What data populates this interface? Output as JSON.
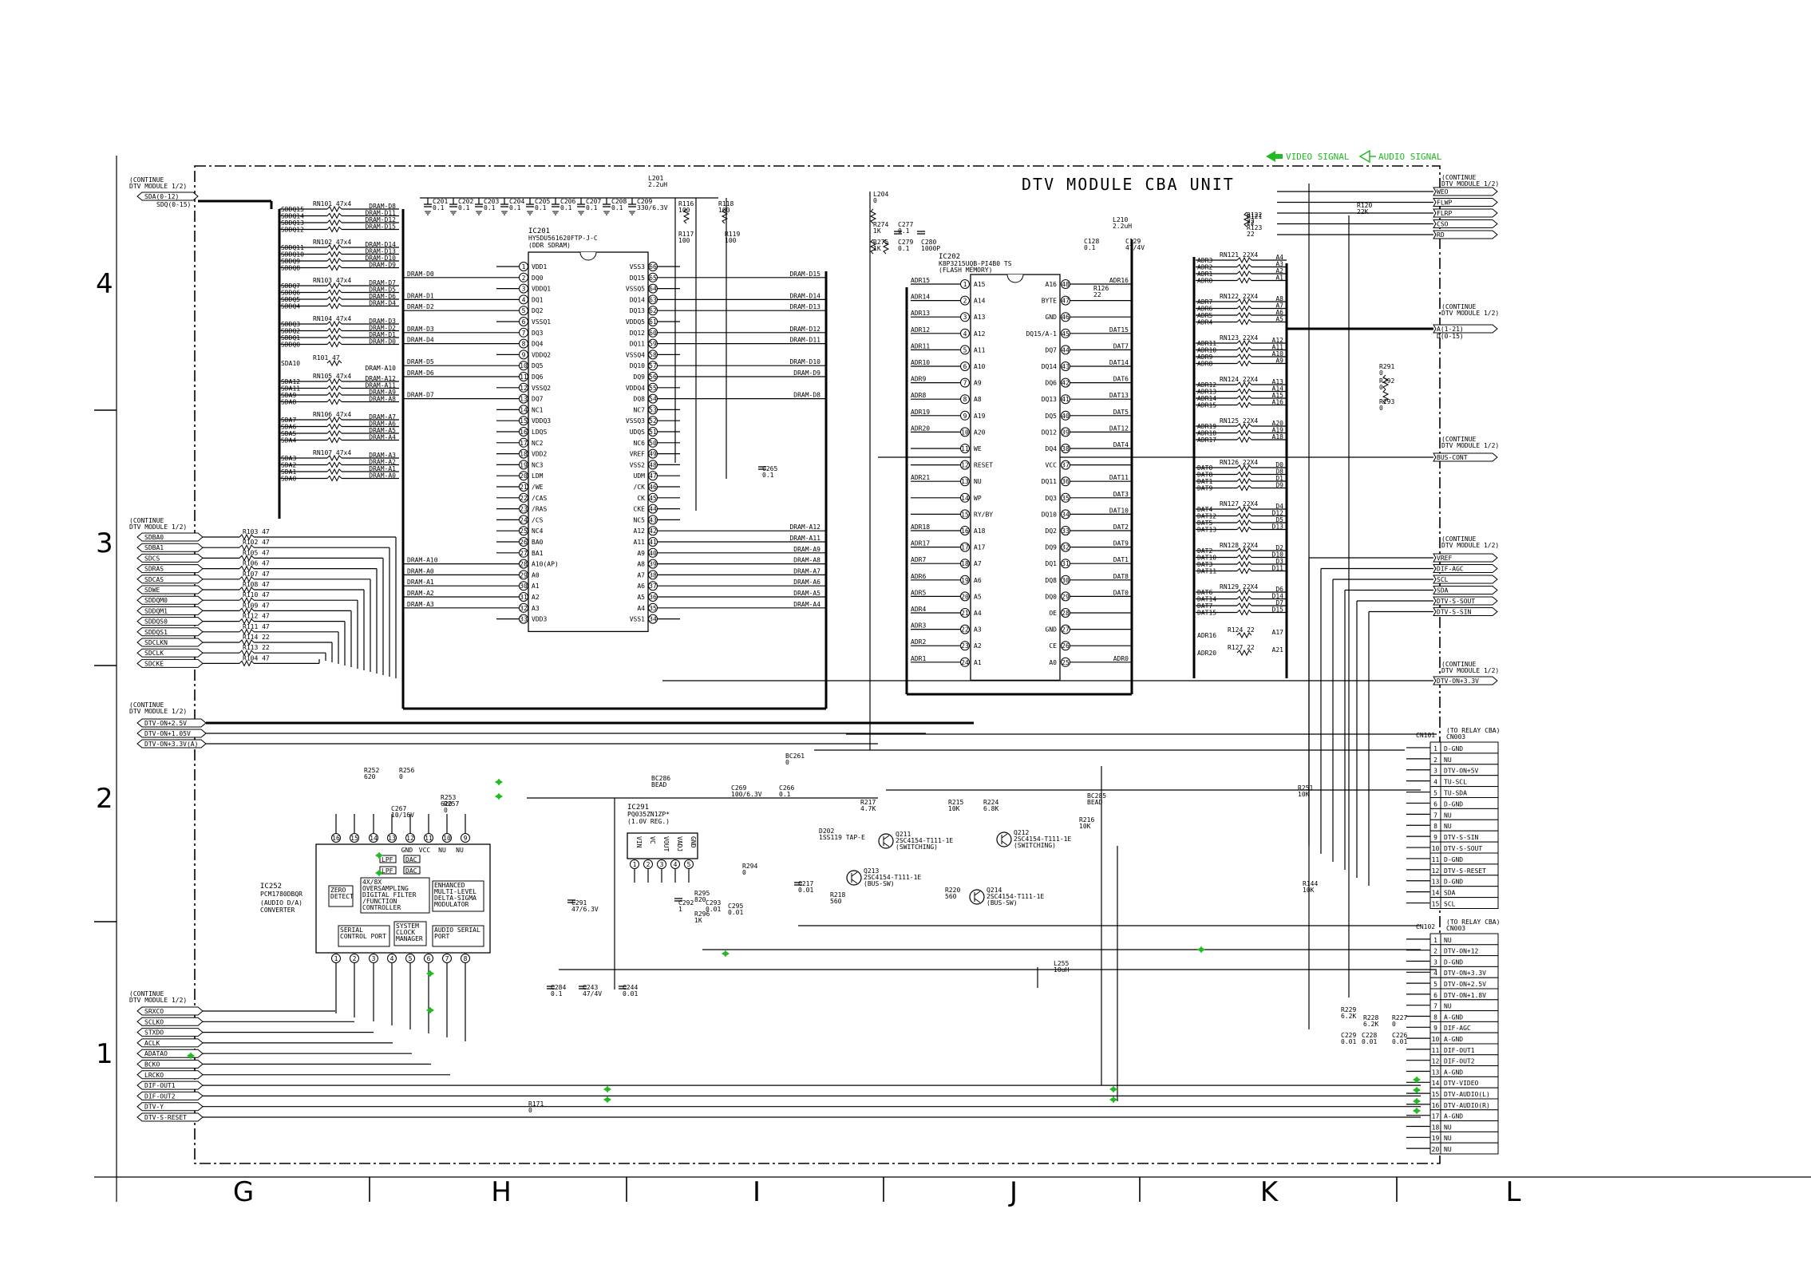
{
  "title": "DTV MODULE CBA UNIT",
  "legend": {
    "video": "VIDEO SIGNAL",
    "audio": "AUDIO SIGNAL",
    "color": "#22bb22"
  },
  "grid": {
    "rows": [
      "4",
      "3",
      "2",
      "1"
    ],
    "cols": [
      "G",
      "H",
      "I",
      "J",
      "K",
      "L"
    ]
  },
  "notes": {
    "cont_1_2": "(CONTINUE",
    "dtv_1_2": "DTV MODULE 1/2)",
    "to_relay": "(TO RELAY CBA)"
  },
  "left_connectors": {
    "top": [
      "SDA(0-12)",
      "SDQ(0-15)"
    ],
    "mid": [
      "SDBA0",
      "SDBA1",
      "SDCS",
      "SDRAS",
      "SDCAS",
      "SDWE",
      "SDDQM0",
      "SDDQM1",
      "SDDQS0",
      "SDDQS1",
      "SDCLKN",
      "SDCLK",
      "SDCKE"
    ],
    "power": [
      "DTV-ON+2.5V",
      "DTV-ON+1.05V",
      "DTV-ON+3.3V(A)"
    ],
    "audio": [
      "SRXCO",
      "SCLKO",
      "STXDO",
      "ACLK",
      "ADATAO",
      "BCKO",
      "LRCKO",
      "DIF-OUT1",
      "DIF-OUT2",
      "DTV-Y",
      "DTV-S-RESET"
    ]
  },
  "right_connectors": {
    "top": [
      "WEO",
      "FLWP",
      "FLRP",
      "CSO",
      "RD"
    ],
    "addr": [
      "A(1-21)",
      "D(0-15)"
    ],
    "bus": "BUS-CONT",
    "mid": [
      "VREF",
      "DIF-AGC",
      "SCL",
      "SDA",
      "DTV-S-SOUT",
      "DTV-S-SIN"
    ],
    "pwr": "DTV-ON+3.3V"
  },
  "cn101": {
    "ref": "CN101",
    "note": "CN003",
    "pins": [
      "D-GND",
      "NU",
      "DTV-ON+5V",
      "TU-SCL",
      "TU-SDA",
      "D-GND",
      "NU",
      "NU",
      "DTV-S-SIN",
      "DTV-S-SOUT",
      "D-GND",
      "DTV-S-RESET",
      "D-GND",
      "SDA",
      "SCL"
    ]
  },
  "cn102": {
    "ref": "CN102",
    "note": "CN003",
    "pins": [
      "NU",
      "DTV-ON+12",
      "D-GND",
      "DTV-ON+3.3V",
      "DTV-ON+2.5V",
      "DTV-ON+1.8V",
      "NU",
      "A-GND",
      "DIF-AGC",
      "A-GND",
      "DIF-OUT1",
      "DIF-OUT2",
      "A-GND",
      "DTV-VIDEO",
      "DTV-AUDIO(L)",
      "DTV-AUDIO(R)",
      "A-GND",
      "NU",
      "NU",
      "NU"
    ]
  },
  "ic201": {
    "ref": "IC201",
    "part": "HY5DU561620FTP-J-C",
    "desc": "(DDR SDRAM)",
    "left": [
      "VDD1",
      "DQ0",
      "VDDQ1",
      "DQ1",
      "DQ2",
      "VSSQ1",
      "DQ3",
      "DQ4",
      "VDDQ2",
      "DQ5",
      "DQ6",
      "VSSQ2",
      "DQ7",
      "NC1",
      "VDDQ3",
      "LDQS",
      "NC2",
      "VDD2",
      "NC3",
      "LDM",
      "/WE",
      "/CAS",
      "/RAS",
      "/CS",
      "NC4",
      "BA0",
      "BA1",
      "A10(AP)",
      "A0",
      "A1",
      "A2",
      "A3",
      "VDD3"
    ],
    "right": [
      "VSS3",
      "DQ15",
      "VSSQ5",
      "DQ14",
      "DQ13",
      "VDDQ5",
      "DQ12",
      "DQ11",
      "VSSQ4",
      "DQ10",
      "DQ9",
      "VDDQ4",
      "DQ8",
      "NC7",
      "VSSQ3",
      "UDQS",
      "NC6",
      "VREF",
      "VSS2",
      "UDM",
      "/CK",
      "CK",
      "CKE",
      "NC5",
      "A12",
      "A11",
      "A9",
      "A8",
      "A7",
      "A6",
      "A5",
      "A4",
      "VSS1"
    ]
  },
  "ic202": {
    "ref": "IC202",
    "part": "K8P3215UQB-PI4B0 TS",
    "desc": "(FLASH MEMORY)",
    "left": [
      "A15",
      "A14",
      "A13",
      "A12",
      "A11",
      "A10",
      "A9",
      "A8",
      "A19",
      "A20",
      "WE",
      "RESET",
      "NU",
      "WP",
      "RY/BY",
      "A18",
      "A17",
      "A7",
      "A6",
      "A5",
      "A4",
      "A3",
      "A2",
      "A1"
    ],
    "right": [
      "A16",
      "BYTE",
      "GND",
      "DQ15/A-1",
      "DQ7",
      "DQ14",
      "DQ6",
      "DQ13",
      "DQ5",
      "DQ12",
      "DQ4",
      "VCC",
      "DQ11",
      "DQ3",
      "DQ10",
      "DQ2",
      "DQ9",
      "DQ1",
      "DQ8",
      "DQ0",
      "OE",
      "GND",
      "CE",
      "A0"
    ]
  },
  "ic202_left_nets": [
    "ADR15",
    "ADR14",
    "ADR13",
    "ADR12",
    "ADR11",
    "ADR10",
    "ADR9",
    "ADR8",
    "ADR19",
    "ADR20",
    "",
    "",
    "ADR21",
    "",
    "",
    "ADR18",
    "ADR17",
    "ADR7",
    "ADR6",
    "ADR5",
    "ADR4",
    "ADR3",
    "ADR2",
    "ADR1"
  ],
  "ic202_right_nets": [
    "ADR16",
    "",
    "",
    "DAT15",
    "DAT7",
    "DAT14",
    "DAT6",
    "DAT13",
    "DAT5",
    "DAT12",
    "DAT4",
    "",
    "DAT11",
    "DAT3",
    "DAT10",
    "DAT2",
    "DAT9",
    "DAT1",
    "DAT8",
    "DAT0",
    "",
    "",
    "",
    "ADR0"
  ],
  "ic252": {
    "ref": "IC252",
    "part": "PCM1780DBQR",
    "desc": "(AUDIO D/A)",
    "desc2": "CONVERTER",
    "blocks": [
      "ZERO DETECT",
      "4X/8X OVERSAMPLING DIGITAL FILTER /FUNCTION CONTROLLER",
      "ENHANCED MULTI-LEVEL DELTA-SIGMA MODULATOR",
      "SERIAL CONTROL PORT",
      "SYSTEM CLOCK MANAGER",
      "AUDIO SERIAL PORT",
      "LPF",
      "LPF",
      "DAC",
      "DAC"
    ],
    "top_pins": [
      "16",
      "15",
      "14",
      "13",
      "12",
      "11",
      "10",
      "9"
    ],
    "bot_pins": [
      "1",
      "2",
      "3",
      "4",
      "5",
      "6",
      "7",
      "8"
    ],
    "top_labels": [
      "GND",
      "VCC",
      "NU",
      "NU"
    ]
  },
  "ic291": {
    "ref": "IC291",
    "part": "PQ035ZN1ZP*",
    "desc": "(1.0V REG.)",
    "pins": [
      "VIN",
      "VC",
      "VOUT",
      "VADJ",
      "GND"
    ]
  },
  "transistors": [
    {
      "ref": "Q211",
      "part": "2SC4154-T111-1E",
      "fn": "(SWITCHING)"
    },
    {
      "ref": "Q212",
      "part": "2SC4154-T111-1E",
      "fn": "(SWITCHING)"
    },
    {
      "ref": "Q213",
      "part": "2SC4154-T111-1E",
      "fn": "(BUS-SW)"
    },
    {
      "ref": "Q214",
      "part": "2SC4154-T111-1E",
      "fn": "(BUS-SW)"
    }
  ],
  "rn_left": [
    {
      "ref": "RN101",
      "val": "47x4",
      "in": [
        "SDDQ15",
        "SDDQ14",
        "SDDQ13",
        "SDDQ12"
      ],
      "out": [
        "DRAM-D8",
        "DRAM-D11",
        "DRAM-D12",
        "DRAM-D15"
      ]
    },
    {
      "ref": "RN102",
      "val": "47x4",
      "in": [
        "SDDQ11",
        "SDDQ10",
        "SDDQ9",
        "SDDQ8"
      ],
      "out": [
        "DRAM-D14",
        "DRAM-D13",
        "DRAM-D10",
        "DRAM-D9"
      ]
    },
    {
      "ref": "RN103",
      "val": "47x4",
      "in": [
        "SDDQ7",
        "SDDQ6",
        "SDDQ5",
        "SDDQ4"
      ],
      "out": [
        "DRAM-D7",
        "DRAM-D5",
        "DRAM-D6",
        "DRAM-D4"
      ]
    },
    {
      "ref": "RN104",
      "val": "47x4",
      "in": [
        "SDDQ3",
        "SDDQ2",
        "SDDQ1",
        "SDDQ0"
      ],
      "out": [
        "DRAM-D3",
        "DRAM-D2",
        "DRAM-D1",
        "DRAM-D0"
      ]
    },
    {
      "ref": "RN105",
      "val": "47x4",
      "in": [
        "SDA12",
        "SDA11",
        "SDA9",
        "SDA8"
      ],
      "out": [
        "DRAM-A12",
        "DRAM-A11",
        "DRAM-A9",
        "DRAM-A8"
      ]
    },
    {
      "ref": "RN106",
      "val": "47x4",
      "in": [
        "SDA7",
        "SDA6",
        "SDA5",
        "SDA4"
      ],
      "out": [
        "DRAM-A7",
        "DRAM-A6",
        "DRAM-A5",
        "DRAM-A4"
      ]
    },
    {
      "ref": "RN107",
      "val": "47x4",
      "in": [
        "SDA3",
        "SDA2",
        "SDA1",
        "SDA0"
      ],
      "out": [
        "DRAM-A3",
        "DRAM-A2",
        "DRAM-A1",
        "DRAM-A0"
      ]
    }
  ],
  "r101": {
    "ref": "R101",
    "val": "47",
    "in": "SDA10",
    "out": "DRAM-A10"
  },
  "left_series_r": [
    "R103 47",
    "R102 47",
    "R105 47",
    "R106 47",
    "R107 47",
    "R108 47",
    "R110 47",
    "R109 47",
    "R112 47",
    "R111 47",
    "R114 22",
    "R113 22",
    "R104 47"
  ],
  "ic201_left_nets": [
    "DRAM-D0",
    "DRAM-D1",
    "DRAM-D2",
    "DRAM-D3",
    "DRAM-D4",
    "DRAM-D5",
    "DRAM-D6",
    "DRAM-D7"
  ],
  "ic201_right_nets": [
    "DRAM-D15",
    "DRAM-D14",
    "DRAM-D13",
    "DRAM-D12",
    "DRAM-D11",
    "DRAM-D10",
    "DRAM-D9",
    "DRAM-D8"
  ],
  "ic201_right_addr": [
    "DRAM-A12",
    "DRAM-A11",
    "DRAM-A9",
    "DRAM-A8",
    "DRAM-A7",
    "DRAM-A6",
    "DRAM-A5",
    "DRAM-A4"
  ],
  "ic201_left_addr": [
    "DRAM-A10",
    "DRAM-A0",
    "DRAM-A1",
    "DRAM-A2",
    "DRAM-A3"
  ],
  "rn_right": [
    {
      "ref": "RN121",
      "val": "22X4",
      "in": [
        "ADR3",
        "ADR2",
        "ADR1",
        "ADR0"
      ],
      "out": [
        "A4",
        "A3",
        "A2",
        "A1"
      ]
    },
    {
      "ref": "RN122",
      "val": "22X4",
      "in": [
        "ADR7",
        "ADR6",
        "ADR5",
        "ADR4"
      ],
      "out": [
        "A8",
        "A7",
        "A6",
        "A5"
      ]
    },
    {
      "ref": "RN123",
      "val": "22X4",
      "in": [
        "ADR11",
        "ADR10",
        "ADR9",
        "ADR8"
      ],
      "out": [
        "A12",
        "A11",
        "A10",
        "A9"
      ]
    },
    {
      "ref": "RN124",
      "val": "22X4",
      "in": [
        "ADR12",
        "ADR13",
        "ADR14",
        "ADR15"
      ],
      "out": [
        "A13",
        "A14",
        "A15",
        "A16"
      ]
    },
    {
      "ref": "RN125",
      "val": "22X4",
      "in": [
        "ADR19",
        "ADR18",
        "ADR17"
      ],
      "out": [
        "A20",
        "A19",
        "A18"
      ]
    },
    {
      "ref": "RN126",
      "val": "22X4",
      "in": [
        "DAT0",
        "DAT8",
        "DAT1",
        "DAT9"
      ],
      "out": [
        "D0",
        "D8",
        "D1",
        "D9"
      ]
    },
    {
      "ref": "RN127",
      "val": "22X4",
      "in": [
        "DAT4",
        "DAT12",
        "DAT5",
        "DAT13"
      ],
      "out": [
        "D4",
        "D12",
        "D5",
        "D13"
      ]
    },
    {
      "ref": "RN128",
      "val": "22X4",
      "in": [
        "DAT2",
        "DAT10",
        "DAT3",
        "DAT11"
      ],
      "out": [
        "D2",
        "D10",
        "D3",
        "D11"
      ]
    },
    {
      "ref": "RN129",
      "val": "22X4",
      "in": [
        "DAT6",
        "DAT14",
        "DAT7",
        "DAT15"
      ],
      "out": [
        "D6",
        "D14",
        "D7",
        "D15"
      ]
    }
  ],
  "r124": {
    "ref": "R124",
    "val": "22",
    "in": "ADR16",
    "out": "A17"
  },
  "r127": {
    "ref": "R127",
    "val": "22",
    "in": "ADR20",
    "out": "A21"
  },
  "caps_top": [
    "C201 0.1",
    "C202 0.1",
    "C203 0.1",
    "C204 0.1",
    "C205 0.1",
    "C206 0.1",
    "C207 0.1",
    "C208 0.1",
    "C209 330/6.3V"
  ],
  "misc_labels": [
    "L201 2.2uH",
    "R116 100",
    "R118 100",
    "R117 100",
    "R119 100",
    "L204 0",
    "R274 1K",
    "R275 1K",
    "C277 0.1",
    "C279 0.1",
    "C280 1000P",
    "L210 2.2uH",
    "C128 0.1",
    "C129 47/4V",
    "R126 22",
    "R121 22",
    "R120 22K",
    "R122 22",
    "R123 22",
    "R291 0",
    "R292 0",
    "R293 0",
    "C265 0.1",
    "BC261 0",
    "R252 620",
    "R256 0",
    "C267 10/16V",
    "R253 620",
    "R257 0",
    "BC286 BEAD",
    "C269 100/6.3V",
    "C266 0.1",
    "C291 47/6.3V",
    "C292 1",
    "C293 0.01",
    "R295 820",
    "R296 1K",
    "C295 0.01",
    "R294 0",
    "C284 0.1",
    "C243 47/4V",
    "C244 0.01",
    "D202 1SS119 TAP-E",
    "R217 4.7K",
    "R215 10K",
    "R224 6.8K",
    "BC285 BEAD",
    "R216 10K",
    "C217 0.01",
    "R218 560",
    "R220 560",
    "R251 10K",
    "R144 10K",
    "L255 10uH",
    "R171 0",
    "R229 6.2K",
    "R228 6.2K",
    "R227 0",
    "C229 0.01",
    "C228 0.01",
    "C226 0.01"
  ]
}
